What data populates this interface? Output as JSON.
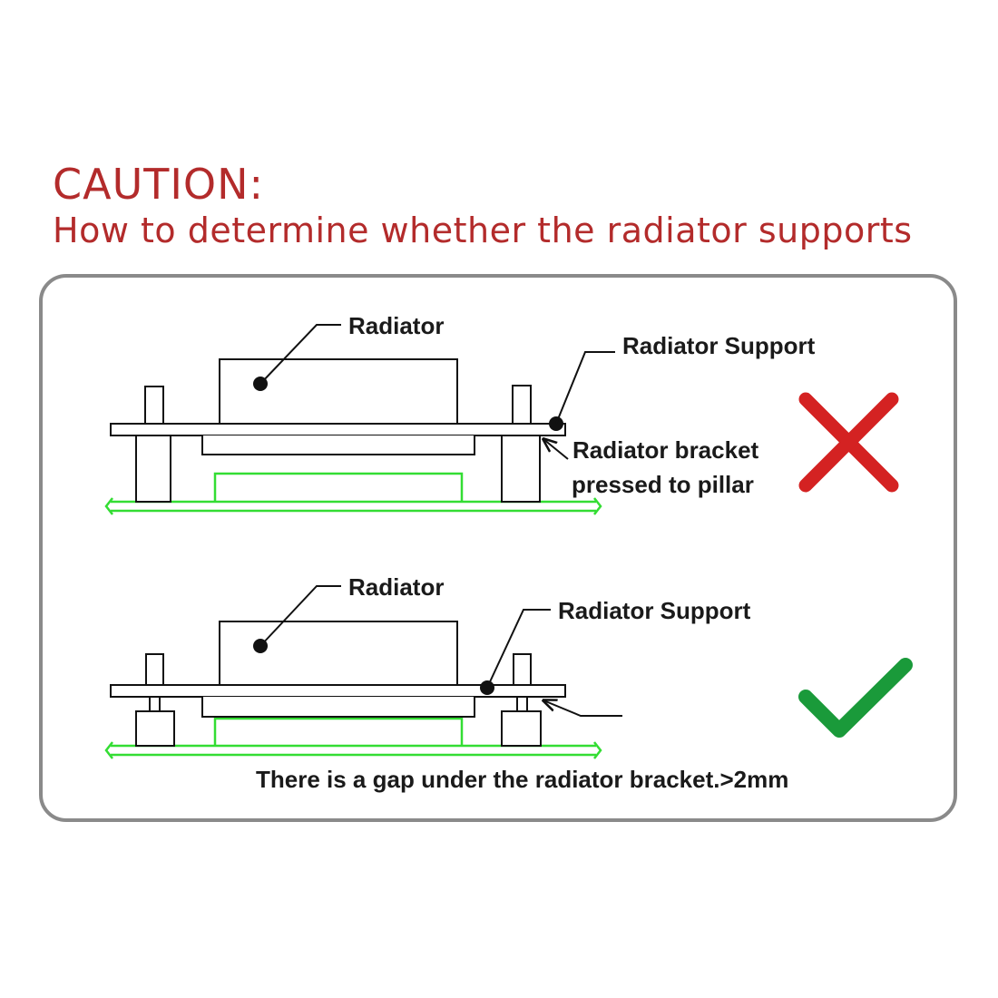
{
  "header": {
    "title": "CAUTION:",
    "subtitle": "How to determine whether the radiator supports"
  },
  "colors": {
    "heading": "#b32b2b",
    "board_outline": "#33dd33",
    "wrong_mark": "#d42222",
    "correct_mark": "#1a9a3a",
    "frame_border": "#8a8a8a"
  },
  "panels": {
    "incorrect": {
      "radiator_label": "Radiator",
      "support_label": "Radiator Support",
      "note_line1": "Radiator bracket",
      "note_line2": "pressed to pillar",
      "verdict_icon": "cross-icon"
    },
    "correct": {
      "radiator_label": "Radiator",
      "support_label": "Radiator Support",
      "note": "There is a gap under the radiator bracket.>2mm",
      "verdict_icon": "check-icon"
    }
  }
}
